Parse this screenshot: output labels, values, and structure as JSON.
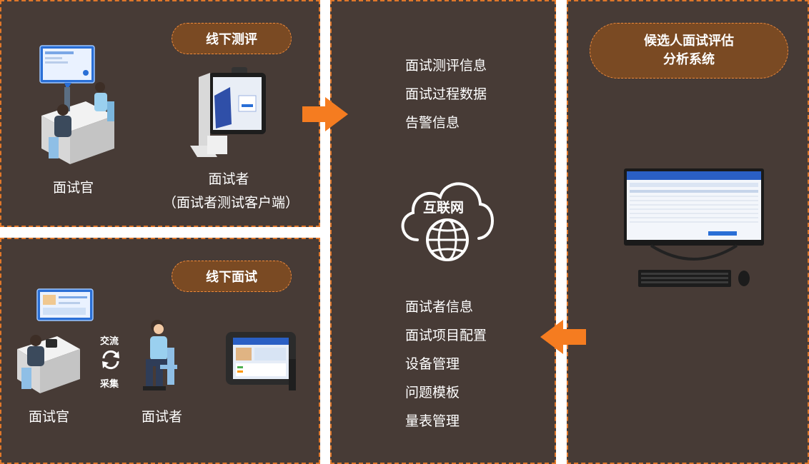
{
  "offline_eval": {
    "pill": "线下测评",
    "interviewer": "面试官",
    "candidate_line1": "面试者",
    "candidate_line2": "（面试者测试客户端）"
  },
  "offline_interview": {
    "pill": "线下面试",
    "exchange_top": "交流",
    "exchange_bottom": "采集",
    "interviewer": "面试官",
    "candidate": "面试者"
  },
  "center": {
    "upload_list": [
      "面试测评信息",
      "面试过程数据",
      "告警信息"
    ],
    "cloud_label": "互联网",
    "download_list": [
      "面试者信息",
      "面试项目配置",
      "设备管理",
      "问题模板",
      "量表管理"
    ]
  },
  "system": {
    "pill_line1": "候选人面试评估",
    "pill_line2": "分析系统"
  },
  "colors": {
    "panel": "#473b36",
    "border": "#e0772a",
    "pill": "#7a4a23",
    "arrow": "#f57c20"
  }
}
